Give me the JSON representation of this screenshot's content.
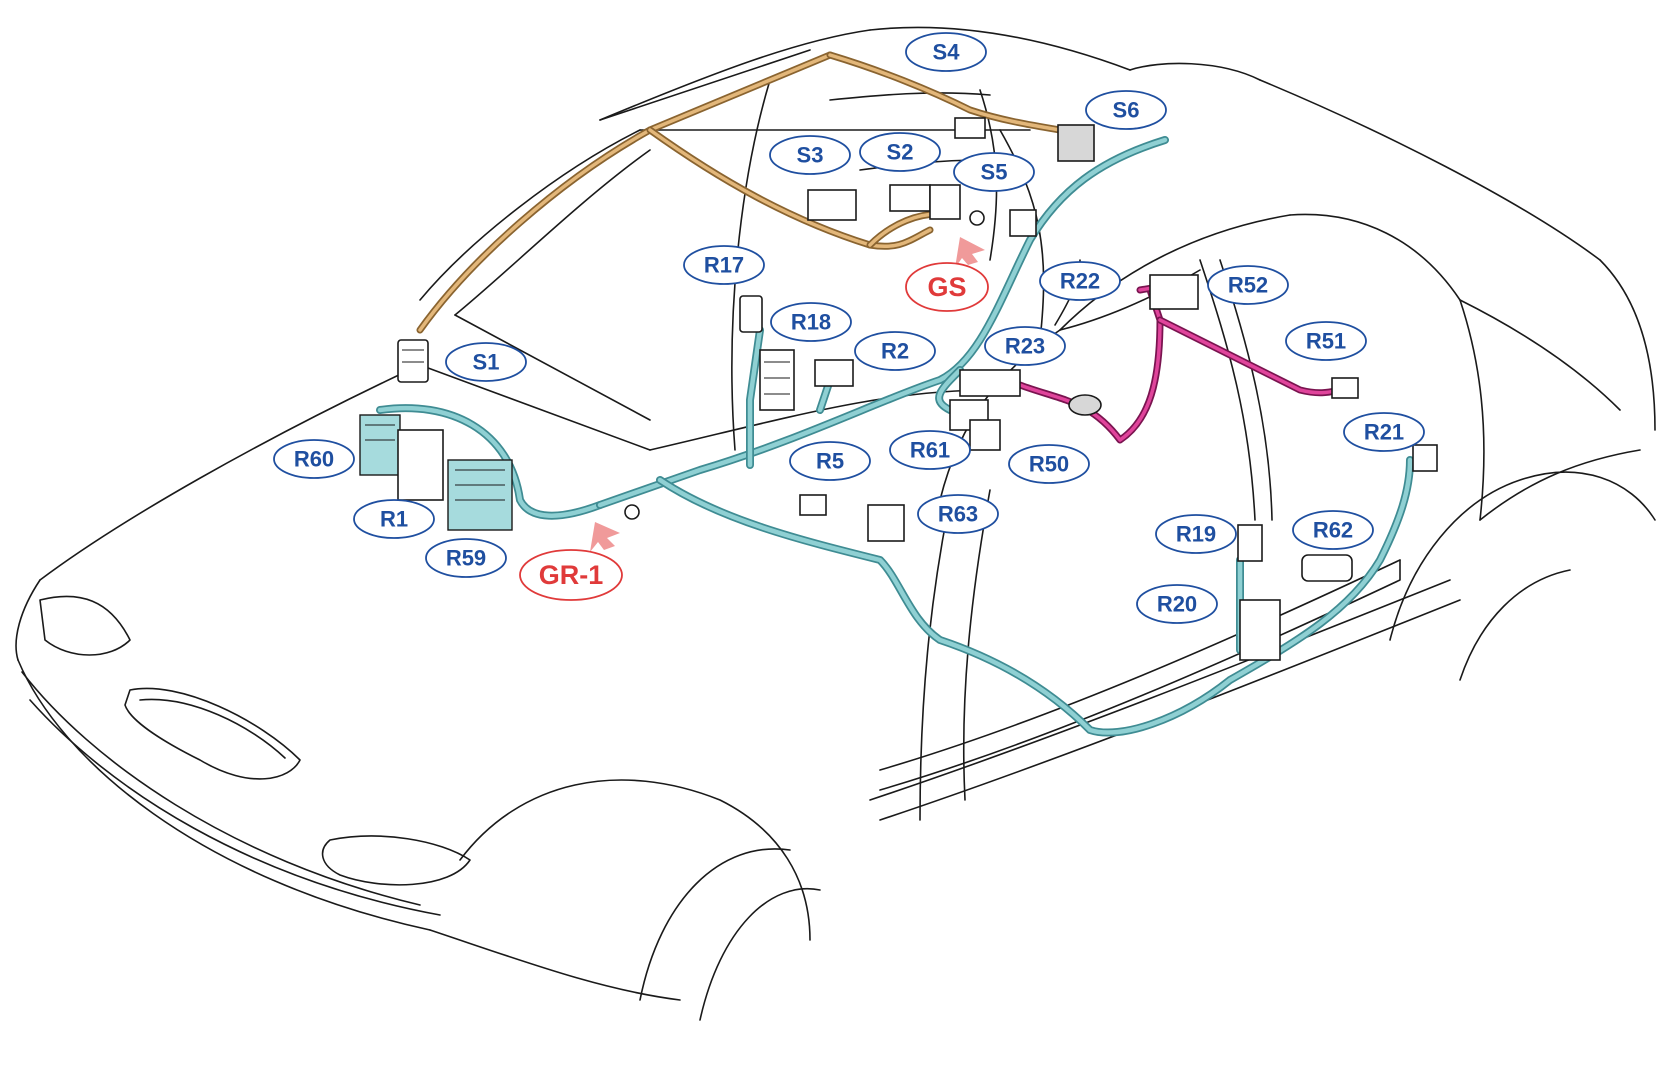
{
  "connector_labels": [
    "S1",
    "S2",
    "S3",
    "S4",
    "S5",
    "S6",
    "R1",
    "R2",
    "R5",
    "R17",
    "R18",
    "R19",
    "R20",
    "R21",
    "R22",
    "R23",
    "R50",
    "R51",
    "R52",
    "R59",
    "R60",
    "R61",
    "R62",
    "R63"
  ],
  "ground_labels": [
    "GS",
    "GR-1"
  ],
  "colors": {
    "connector_label": "#1f4fa0",
    "ground_label": "#e03a3a",
    "main_harness": "#8fd0d3",
    "roof_harness": "#e3b77a",
    "rear_harness": "#e0449b",
    "outline": "#1a1a1a"
  }
}
